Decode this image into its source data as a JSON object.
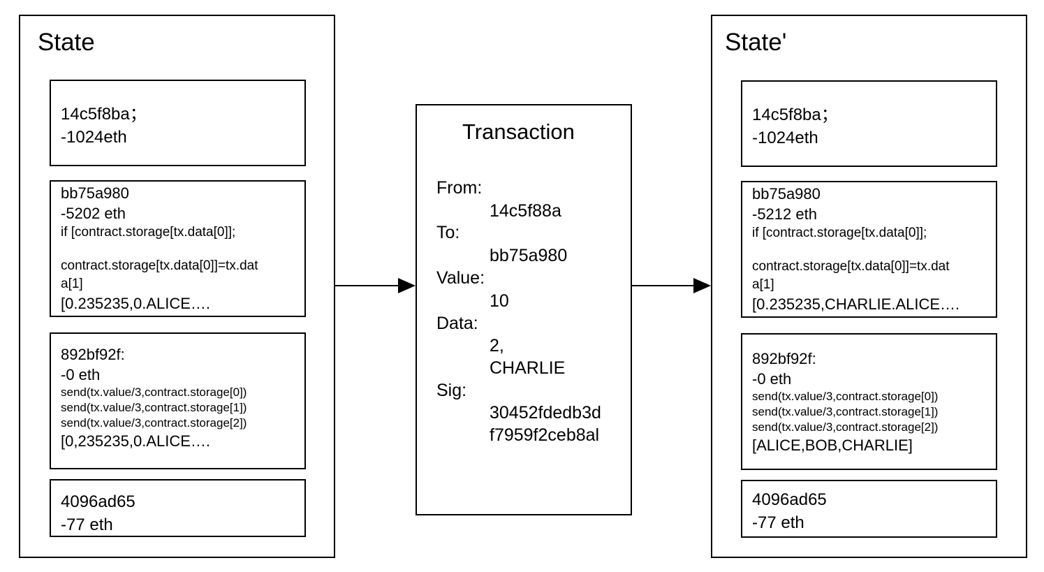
{
  "left_state": {
    "title": "State",
    "accounts": [
      {
        "address": "14c5f8ba；",
        "balance": "-1024eth"
      },
      {
        "address": "bb75a980",
        "balance": "-5202 eth",
        "code_line1": "if [contract.storage[tx.data[0]];",
        "code_line2": "contract.storage[tx.data[0]]=tx.dat",
        "code_line3": "a[1]",
        "storage": "[0.235235,0.ALICE…."
      },
      {
        "address": "892bf92f:",
        "balance": "-0 eth",
        "code_line1": "send(tx.value/3,contract.storage[0])",
        "code_line2": "send(tx.value/3,contract.storage[1])",
        "code_line3": "send(tx.value/3,contract.storage[2])",
        "storage": "[0,235235,0.ALICE…."
      },
      {
        "address": "4096ad65",
        "balance": "-77 eth"
      }
    ]
  },
  "transaction": {
    "title": "Transaction",
    "from_label": "From:",
    "from_value": "14c5f88a",
    "to_label": "To:",
    "to_value": "bb75a980",
    "value_label": "Value:",
    "value_value": "10",
    "data_label": "Data:",
    "data_value1": "2,",
    "data_value2": "CHARLIE",
    "sig_label": "Sig:",
    "sig_value1": "30452fdedb3d",
    "sig_value2": "f7959f2ceb8al"
  },
  "right_state": {
    "title": "State'",
    "accounts": [
      {
        "address": "14c5f8ba；",
        "balance": "-1024eth"
      },
      {
        "address": "bb75a980",
        "balance": "-5212 eth",
        "code_line1": "if [contract.storage[tx.data[0]];",
        "code_line2": "contract.storage[tx.data[0]]=tx.dat",
        "code_line3": "a[1]",
        "storage": "[0.235235,CHARLIE.ALICE…."
      },
      {
        "address": "892bf92f:",
        "balance": "-0 eth",
        "code_line1": "send(tx.value/3,contract.storage[0])",
        "code_line2": "send(tx.value/3,contract.storage[1])",
        "code_line3": "send(tx.value/3,contract.storage[2])",
        "storage": "[ALICE,BOB,CHARLIE]"
      },
      {
        "address": "4096ad65",
        "balance": "-77 eth"
      }
    ]
  }
}
